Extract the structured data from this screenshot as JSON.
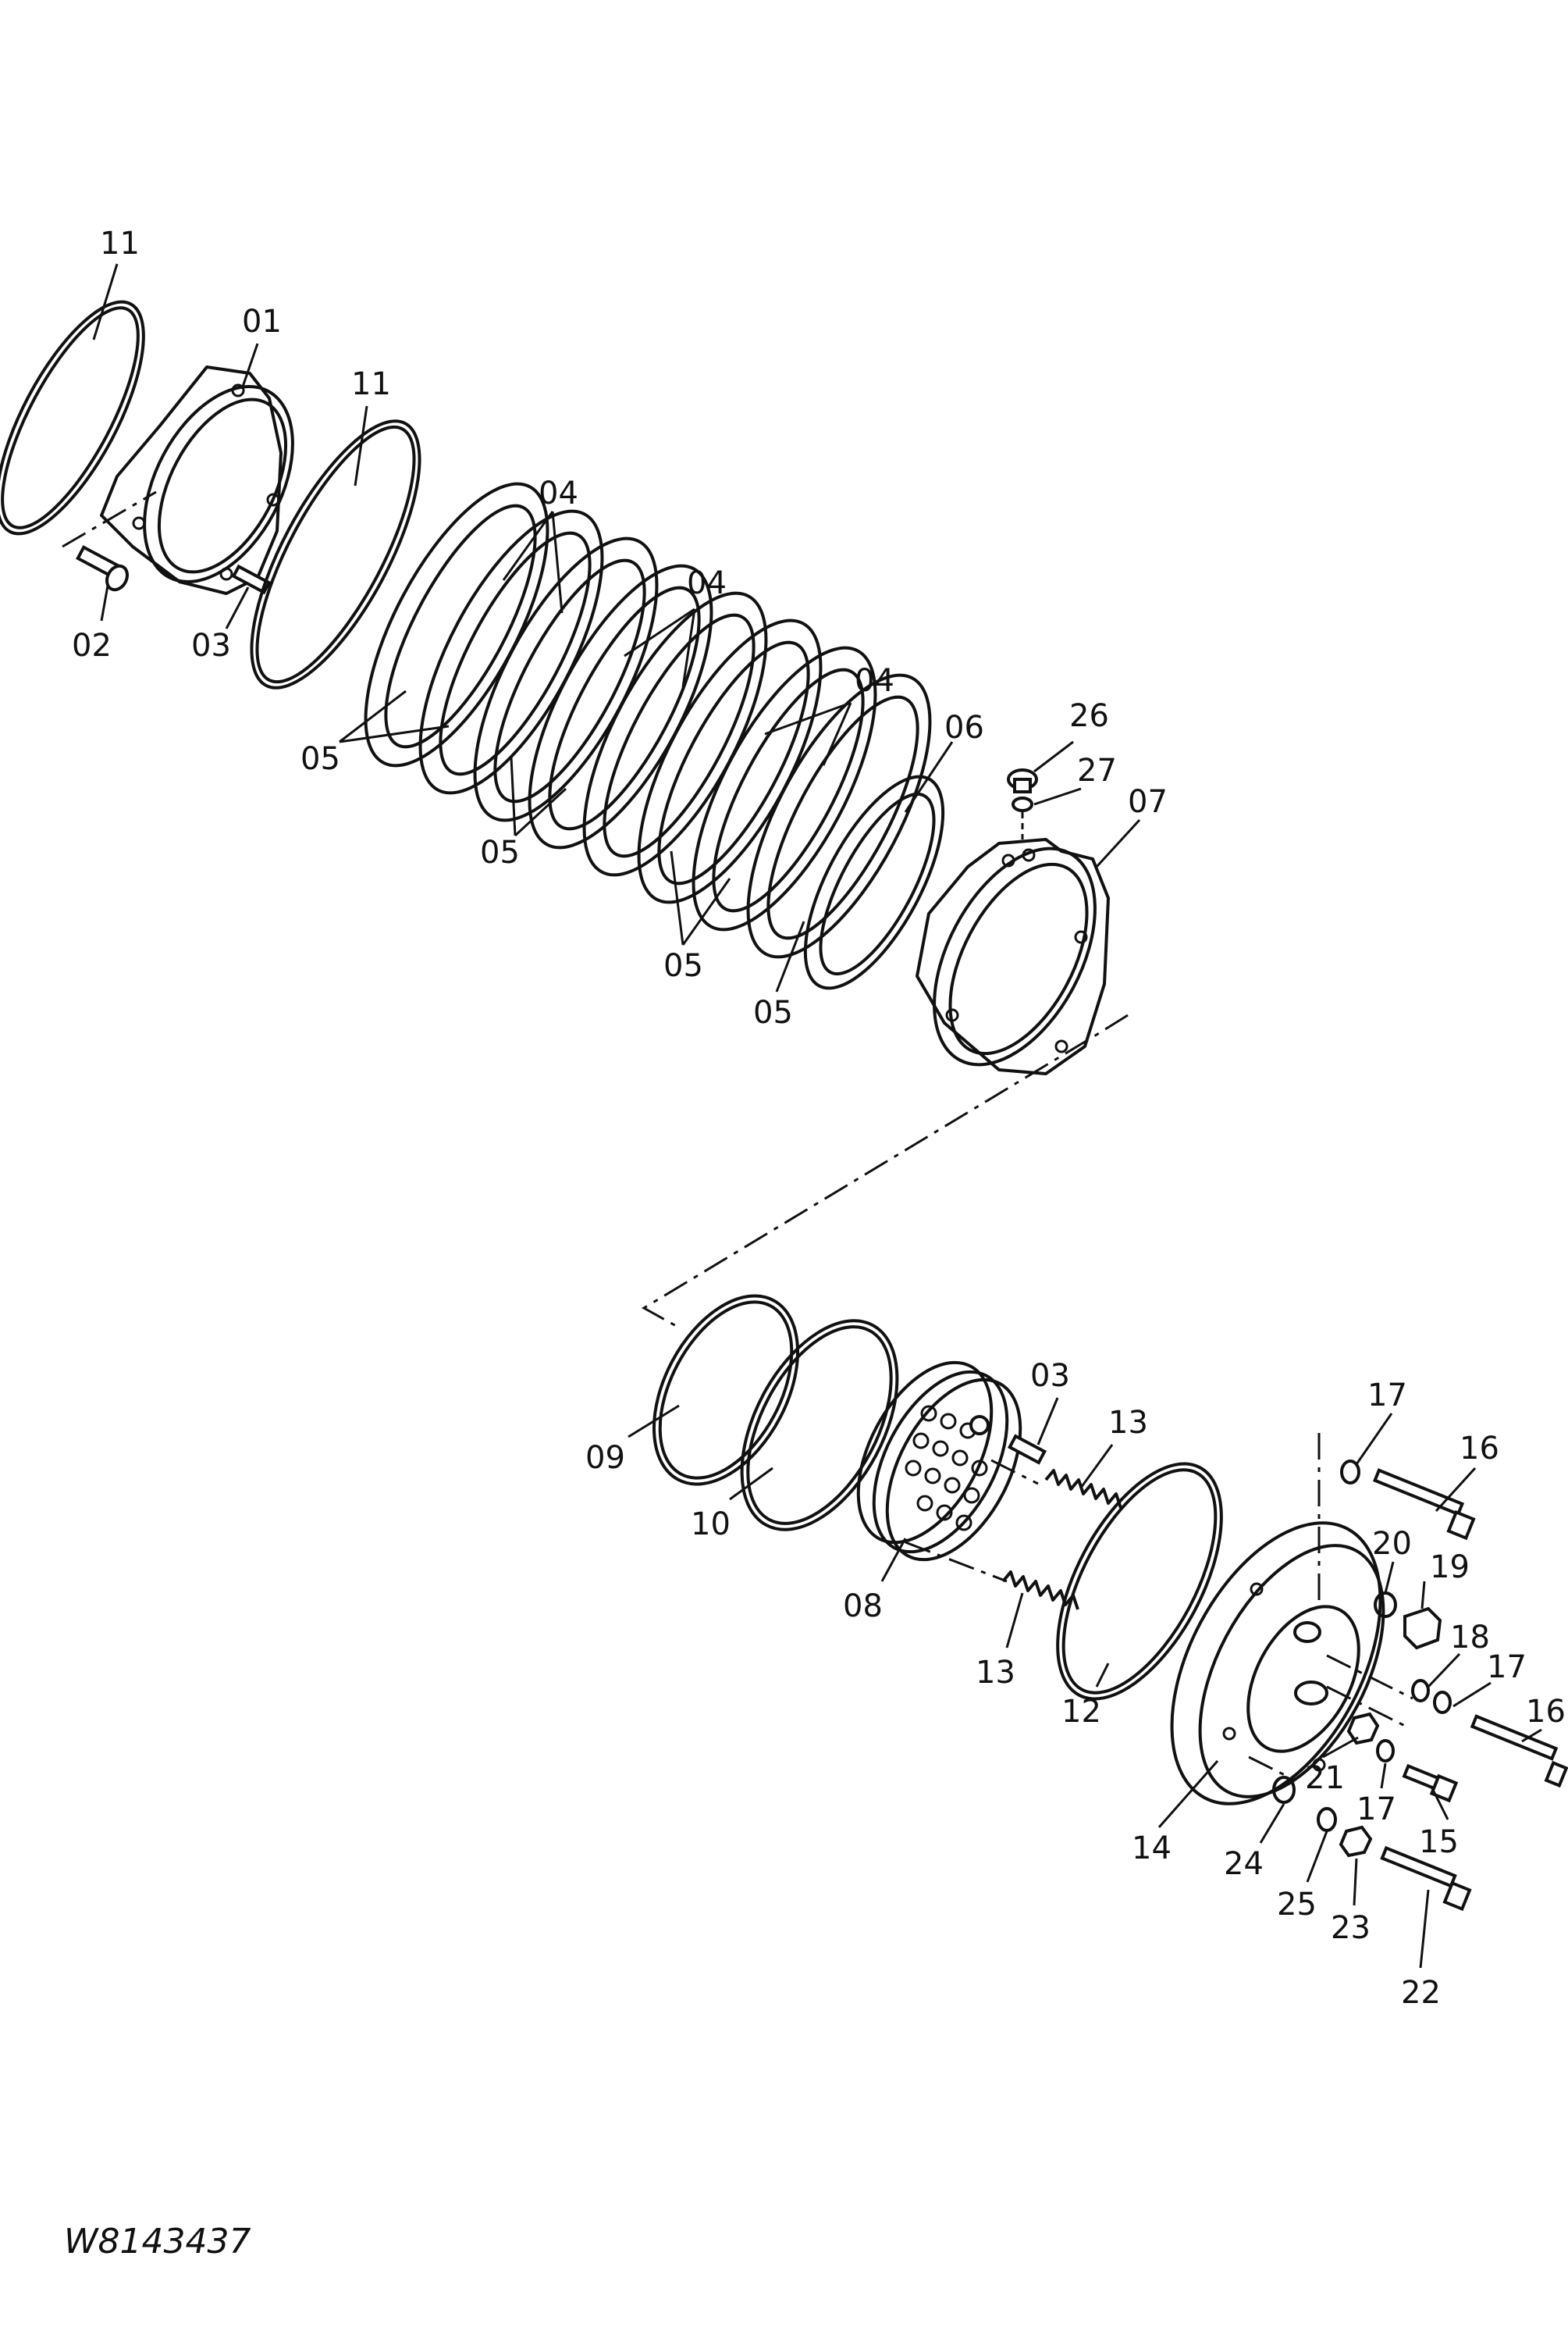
{
  "drawing_code": "W8143437",
  "callouts": [
    {
      "id": "c11a",
      "text": "11"
    },
    {
      "id": "c01",
      "text": "01"
    },
    {
      "id": "c11b",
      "text": "11"
    },
    {
      "id": "c02",
      "text": "02"
    },
    {
      "id": "c03a",
      "text": "03"
    },
    {
      "id": "c04a",
      "text": "04"
    },
    {
      "id": "c04b",
      "text": "04"
    },
    {
      "id": "c04c",
      "text": "04"
    },
    {
      "id": "c05a",
      "text": "05"
    },
    {
      "id": "c05b",
      "text": "05"
    },
    {
      "id": "c05c",
      "text": "05"
    },
    {
      "id": "c05d",
      "text": "05"
    },
    {
      "id": "c06",
      "text": "06"
    },
    {
      "id": "c26",
      "text": "26"
    },
    {
      "id": "c27",
      "text": "27"
    },
    {
      "id": "c07",
      "text": "07"
    },
    {
      "id": "c09",
      "text": "09"
    },
    {
      "id": "c10",
      "text": "10"
    },
    {
      "id": "c03b",
      "text": "03"
    },
    {
      "id": "c13a",
      "text": "13"
    },
    {
      "id": "c08",
      "text": "08"
    },
    {
      "id": "c13b",
      "text": "13"
    },
    {
      "id": "c12",
      "text": "12"
    },
    {
      "id": "c17a",
      "text": "17"
    },
    {
      "id": "c16a",
      "text": "16"
    },
    {
      "id": "c20",
      "text": "20"
    },
    {
      "id": "c19",
      "text": "19"
    },
    {
      "id": "c18",
      "text": "18"
    },
    {
      "id": "c17b",
      "text": "17"
    },
    {
      "id": "c16b",
      "text": "16"
    },
    {
      "id": "c21",
      "text": "21"
    },
    {
      "id": "c17c",
      "text": "17"
    },
    {
      "id": "c14",
      "text": "14"
    },
    {
      "id": "c15",
      "text": "15"
    },
    {
      "id": "c24",
      "text": "24"
    },
    {
      "id": "c25",
      "text": "25"
    },
    {
      "id": "c23",
      "text": "23"
    },
    {
      "id": "c22",
      "text": "22"
    }
  ]
}
